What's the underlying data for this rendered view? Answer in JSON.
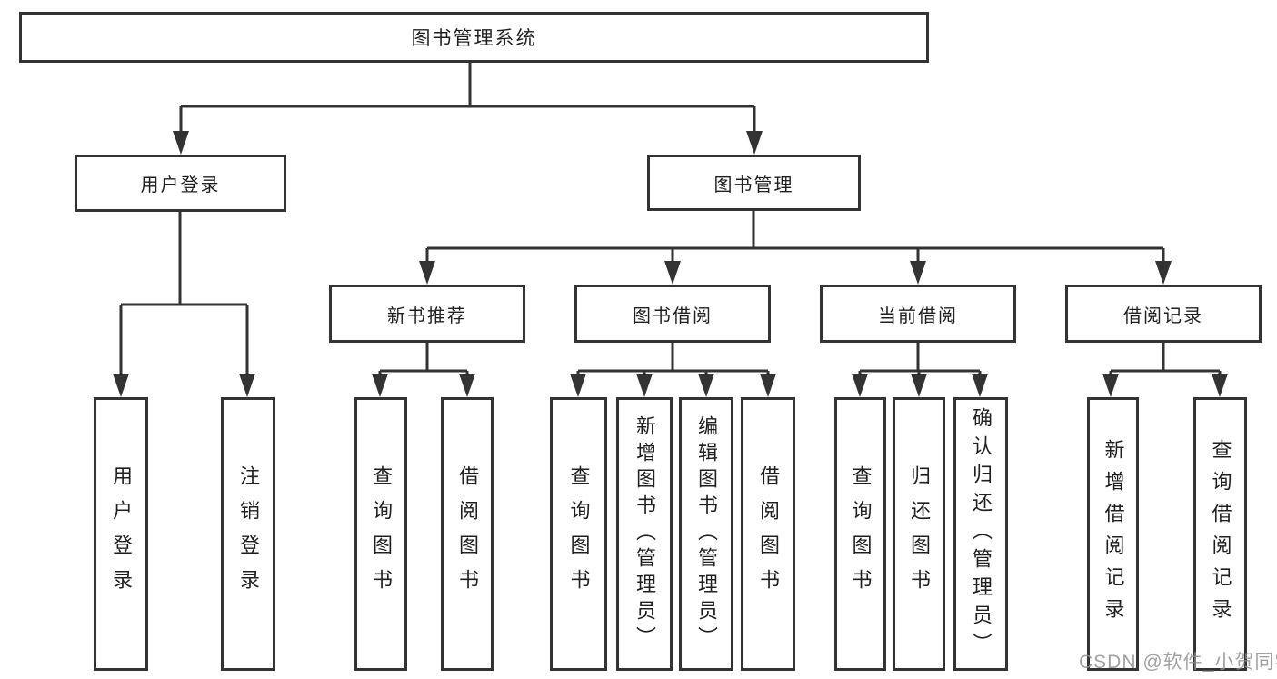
{
  "colors": {
    "line": "#333333",
    "text": "#1f1f1f",
    "background": "#ffffff",
    "watermark": "#919191"
  },
  "diagram": {
    "root": {
      "label": "图书管理系统"
    },
    "branches": [
      {
        "label": "用户登录",
        "children": [
          "用户登录",
          "注销登录"
        ]
      },
      {
        "label": "图书管理",
        "children": [
          {
            "label": "新书推荐",
            "children": [
              "查询图书",
              "借阅图书"
            ]
          },
          {
            "label": "图书借阅",
            "children": [
              "查询图书",
              "新增图书（管理员）",
              "编辑图书（管理员）",
              "借阅图书"
            ]
          },
          {
            "label": "当前借阅",
            "children": [
              "查询图书",
              "归还图书",
              "确认归还（管理员）"
            ]
          },
          {
            "label": "借阅记录",
            "children": [
              "新增借阅记录",
              "查询借阅记录"
            ]
          }
        ]
      }
    ]
  },
  "watermark": "CSDN @软件_小贺同学"
}
